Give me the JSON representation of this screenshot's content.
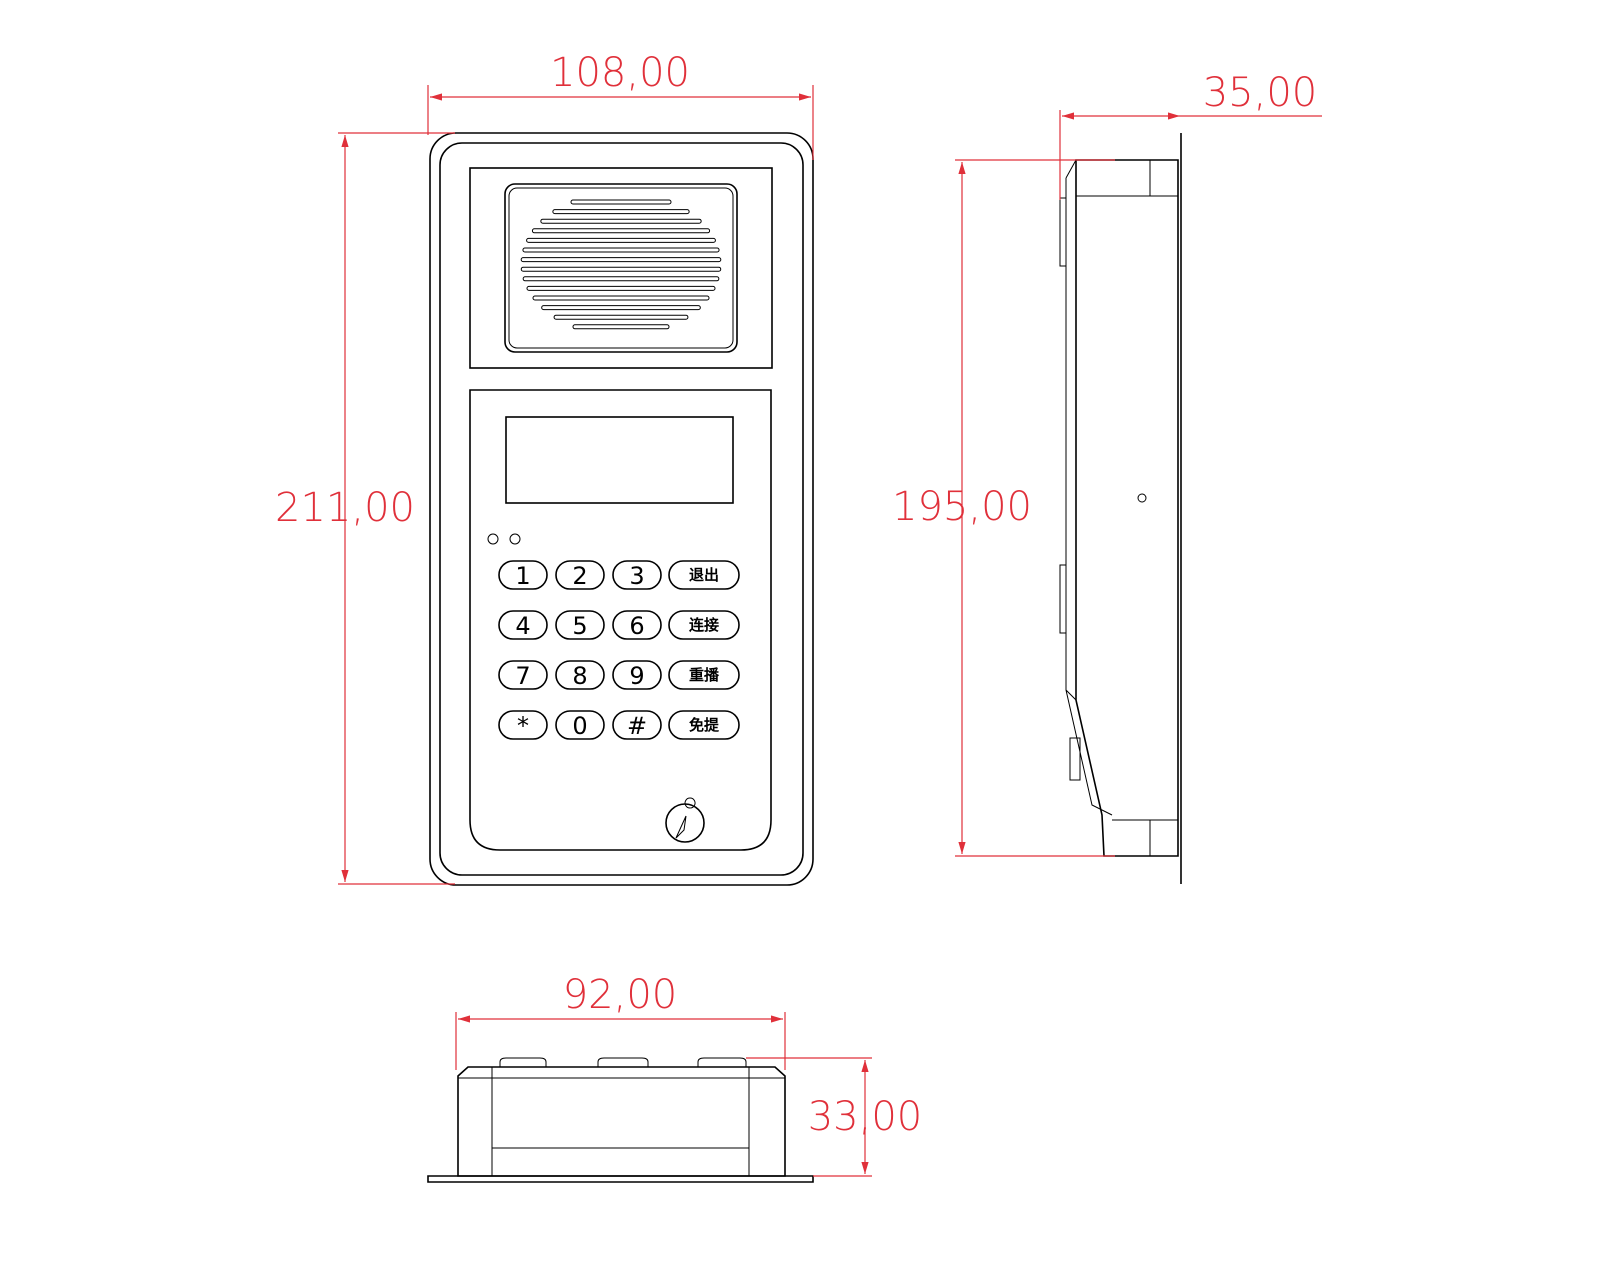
{
  "dimensions": {
    "front_width": "108,00",
    "front_height": "211,00",
    "side_depth": "35,00",
    "side_height": "195,00",
    "bottom_width": "92,00",
    "bottom_depth": "33,00"
  },
  "keypad": {
    "keys": [
      "1",
      "2",
      "3",
      "退出",
      "4",
      "5",
      "6",
      "连接",
      "7",
      "8",
      "9",
      "重播",
      "*",
      "0",
      "#",
      "免提"
    ]
  },
  "colors": {
    "dimension": "#e0303a",
    "outline": "#000000"
  }
}
